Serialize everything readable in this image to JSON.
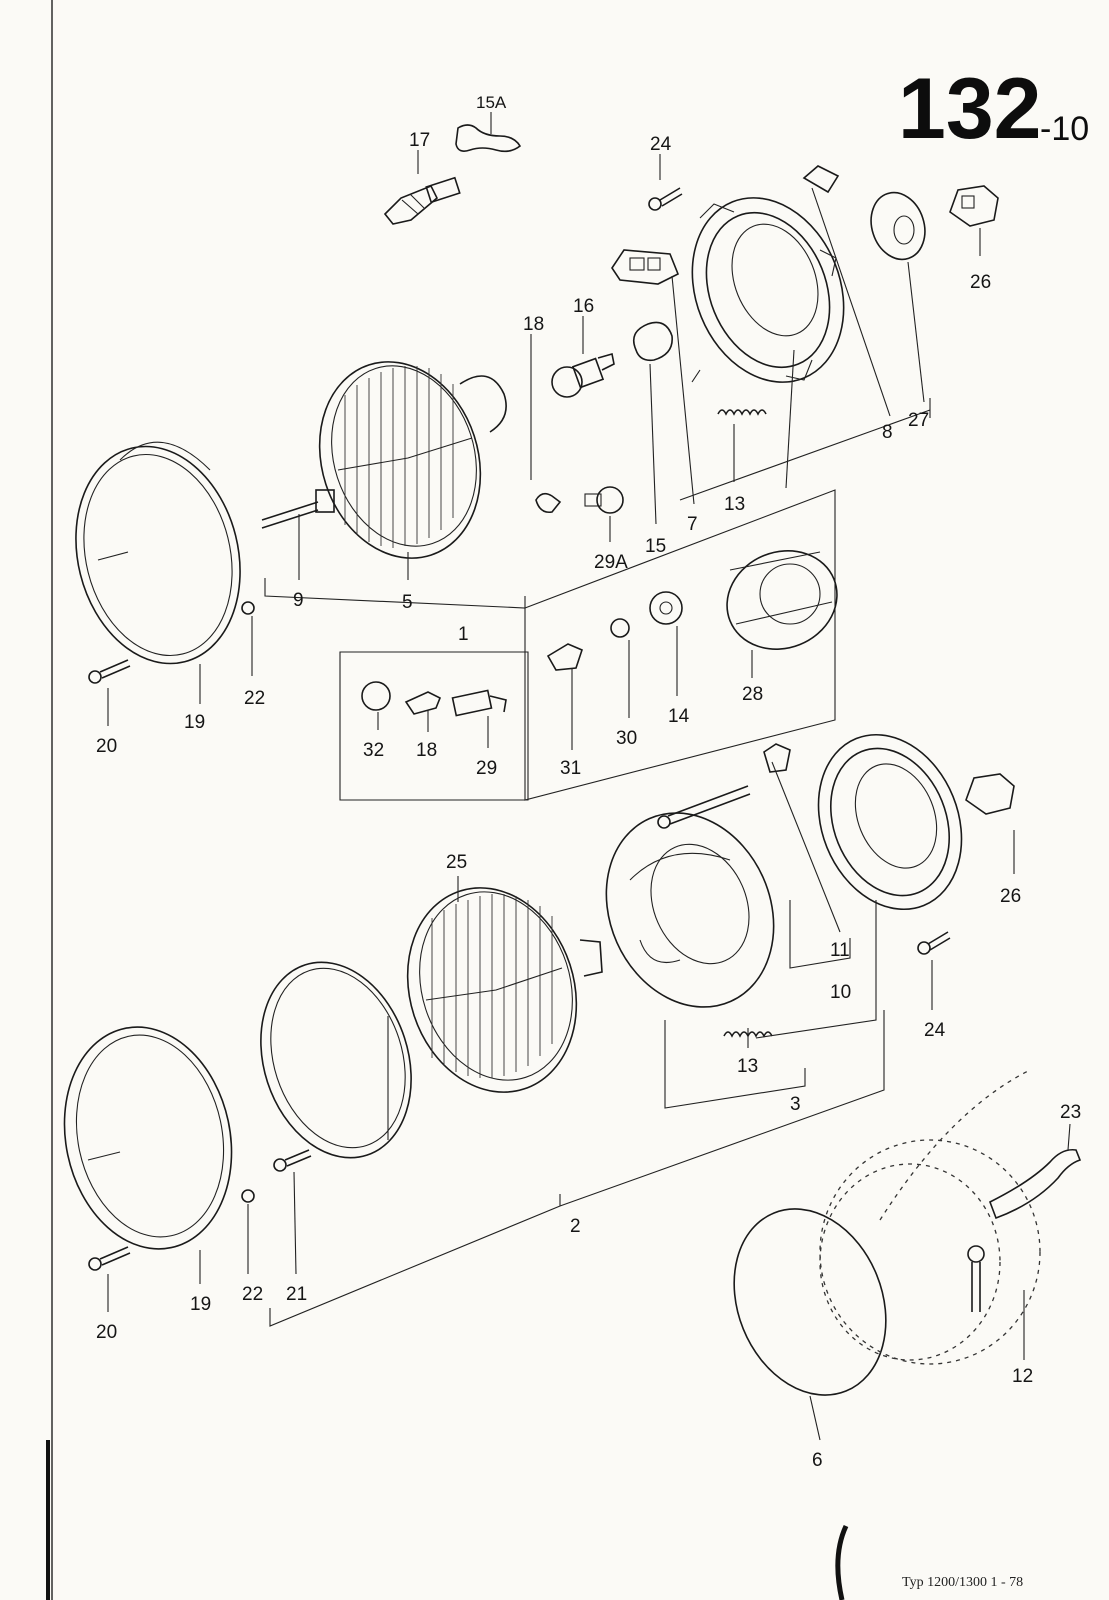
{
  "page": {
    "number": "132",
    "sub": "-10",
    "footer": "Typ 1200/1300   1 - 78"
  },
  "callouts": {
    "c15A": "15A",
    "c17": "17",
    "c24a": "24",
    "c16": "16",
    "c18a": "18",
    "c26a": "26",
    "c8": "8",
    "c27": "27",
    "c13a": "13",
    "c7": "7",
    "c15": "15",
    "c29A": "29A",
    "c9": "9",
    "c5": "5",
    "c1": "1",
    "c22a": "22",
    "c19a": "19",
    "c20a": "20",
    "c28": "28",
    "c14": "14",
    "c30": "30",
    "c31": "31",
    "c32": "32",
    "c18b": "18",
    "c29": "29",
    "c25": "25",
    "c11": "11",
    "c10": "10",
    "c26b": "26",
    "c24b": "24",
    "c13b": "13",
    "c3": "3",
    "c23": "23",
    "c2": "2",
    "c22b": "22",
    "c21": "21",
    "c19b": "19",
    "c20b": "20",
    "c12": "12",
    "c6": "6"
  }
}
